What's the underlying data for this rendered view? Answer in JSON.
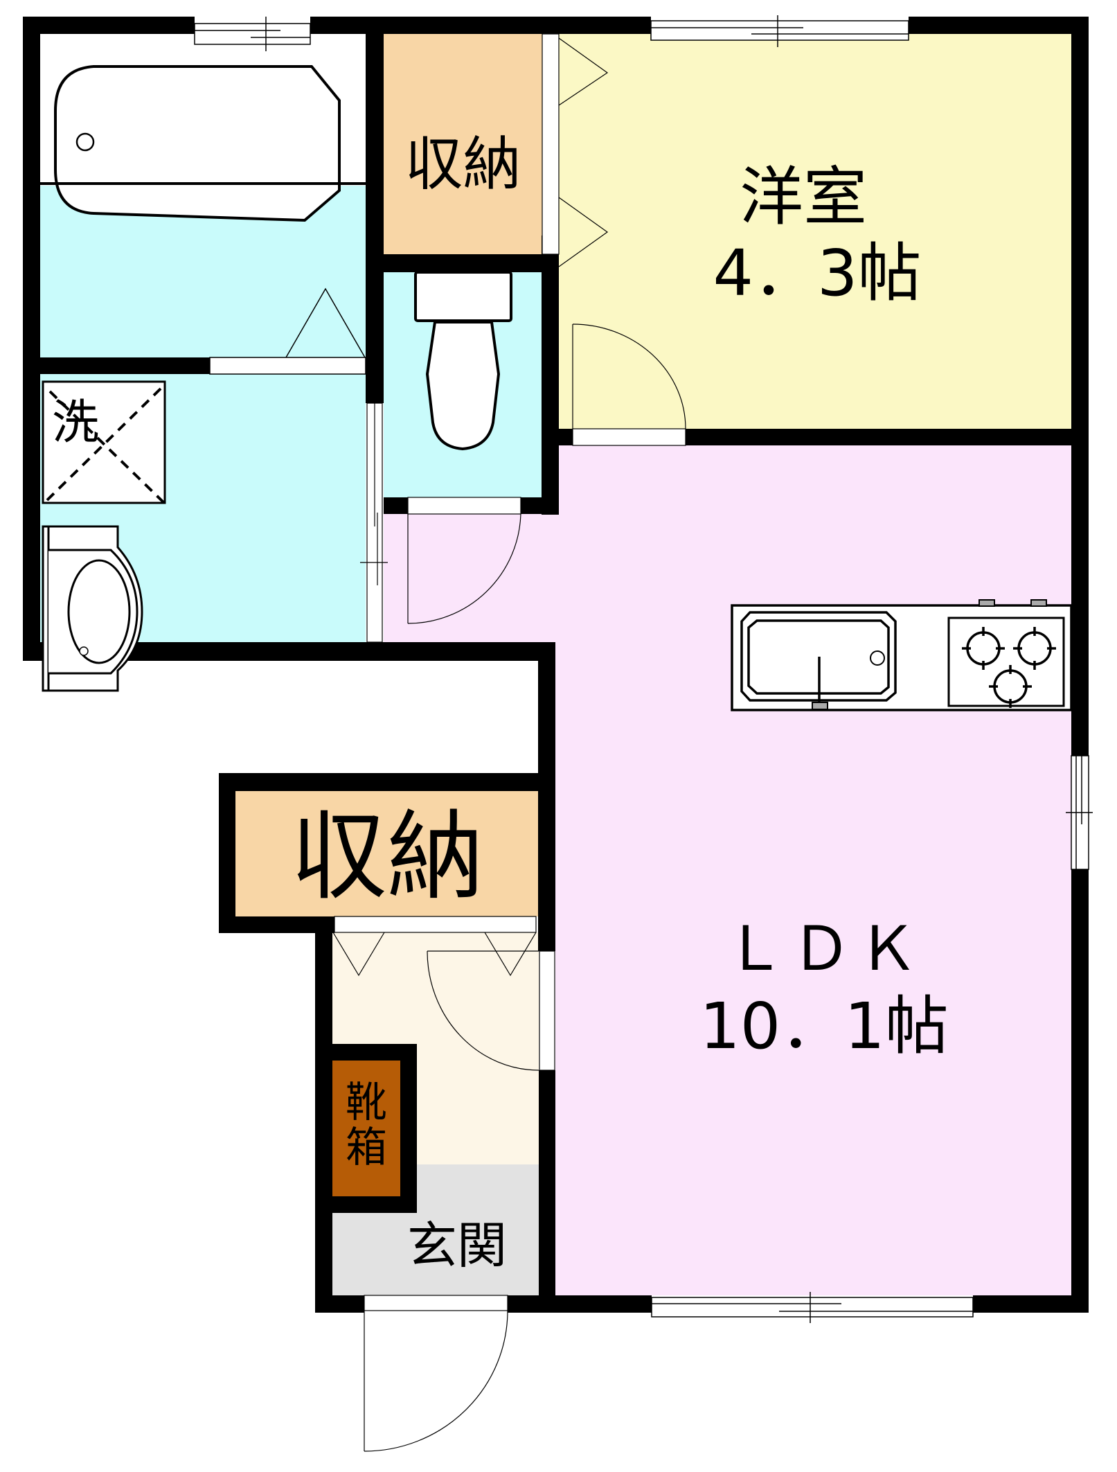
{
  "floorplan": {
    "colors": {
      "wall": "#000000",
      "western_room": "#fbf8c5",
      "ldk": "#fbe5fb",
      "wet_area": "#c9fbfb",
      "storage": "#f8d6a6",
      "entry_hall": "#fdf6e7",
      "genkan": "#e2e2e2",
      "shoe_box": "#b65c06",
      "fixture": "#ffffff"
    },
    "rooms": {
      "western_room": {
        "name": "洋室",
        "size": "4．3帖"
      },
      "ldk": {
        "name": "ＬＤＫ",
        "size": "10．1帖"
      },
      "storage_top": {
        "name": "収納"
      },
      "storage_main": {
        "name": "収納"
      },
      "washer_space": {
        "name": "洗"
      },
      "shoe_box": {
        "name": "靴\n箱"
      },
      "genkan": {
        "name": "玄関"
      },
      "bathroom": {
        "name": ""
      },
      "washroom": {
        "name": ""
      },
      "toilet": {
        "name": ""
      }
    }
  }
}
